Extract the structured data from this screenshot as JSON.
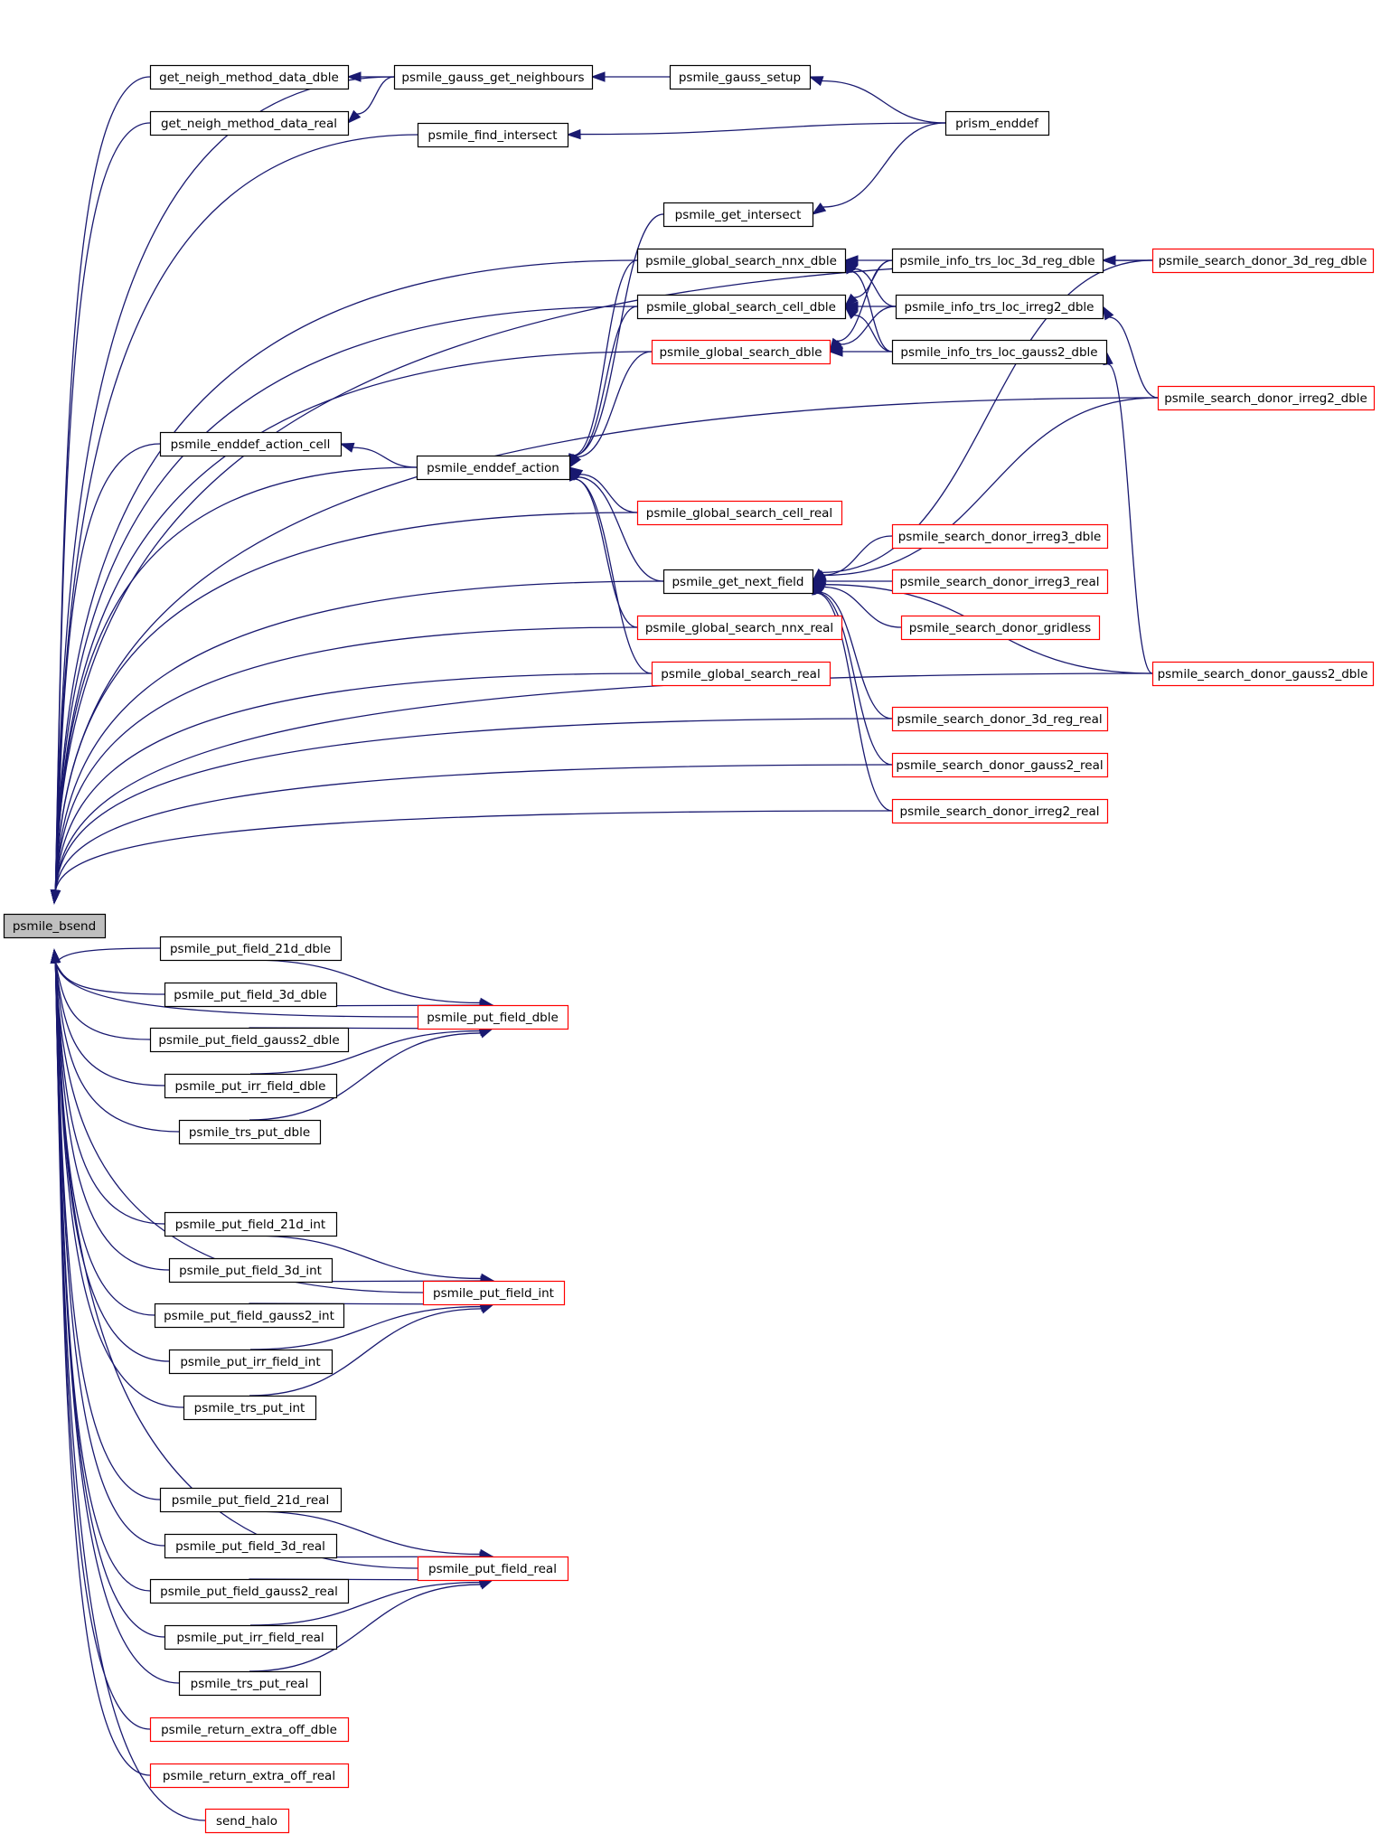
{
  "colors": {
    "edge": "#191970",
    "node_border": "#000000",
    "node_border_truncated": "#ff0000",
    "node_fill": "#ffffff",
    "root_fill": "#bfbfbf",
    "text": "#000000"
  },
  "nodes": [
    {
      "id": "bsend",
      "label": "psmile_bsend",
      "root": true
    },
    {
      "id": "gnm_dble",
      "label": "get_neigh_method_data_dble"
    },
    {
      "id": "gnm_real",
      "label": "get_neigh_method_data_real"
    },
    {
      "id": "gauss_neigh",
      "label": "psmile_gauss_get_neighbours"
    },
    {
      "id": "gauss_setup",
      "label": "psmile_gauss_setup"
    },
    {
      "id": "prism_enddef",
      "label": "prism_enddef"
    },
    {
      "id": "find_int",
      "label": "psmile_find_intersect"
    },
    {
      "id": "get_int",
      "label": "psmile_get_intersect"
    },
    {
      "id": "gs_nnx_dble",
      "label": "psmile_global_search_nnx_dble"
    },
    {
      "id": "gs_cell_dble",
      "label": "psmile_global_search_cell_dble"
    },
    {
      "id": "gs_dble",
      "label": "psmile_global_search_dble",
      "red": true
    },
    {
      "id": "info_3d",
      "label": "psmile_info_trs_loc_3d_reg_dble"
    },
    {
      "id": "info_irreg2",
      "label": "psmile_info_trs_loc_irreg2_dble"
    },
    {
      "id": "info_gauss2",
      "label": "psmile_info_trs_loc_gauss2_dble"
    },
    {
      "id": "sd_3d_dble",
      "label": "psmile_search_donor_3d_reg_dble",
      "red": true
    },
    {
      "id": "sd_irreg2_dble",
      "label": "psmile_search_donor_irreg2_dble",
      "red": true
    },
    {
      "id": "enddef_cell",
      "label": "psmile_enddef_action_cell"
    },
    {
      "id": "enddef_action",
      "label": "psmile_enddef_action"
    },
    {
      "id": "gs_cell_real",
      "label": "psmile_global_search_cell_real",
      "red": true
    },
    {
      "id": "sd_irreg3_dble",
      "label": "psmile_search_donor_irreg3_dble",
      "red": true
    },
    {
      "id": "get_next",
      "label": "psmile_get_next_field"
    },
    {
      "id": "sd_irreg3_real",
      "label": "psmile_search_donor_irreg3_real",
      "red": true
    },
    {
      "id": "gs_nnx_real",
      "label": "psmile_global_search_nnx_real",
      "red": true
    },
    {
      "id": "sd_gridless",
      "label": "psmile_search_donor_gridless",
      "red": true
    },
    {
      "id": "gs_real",
      "label": "psmile_global_search_real",
      "red": true
    },
    {
      "id": "sd_gauss2_dble",
      "label": "psmile_search_donor_gauss2_dble",
      "red": true
    },
    {
      "id": "sd_3d_real",
      "label": "psmile_search_donor_3d_reg_real",
      "red": true
    },
    {
      "id": "sd_gauss2_real",
      "label": "psmile_search_donor_gauss2_real",
      "red": true
    },
    {
      "id": "sd_irreg2_real",
      "label": "psmile_search_donor_irreg2_real",
      "red": true
    },
    {
      "id": "pf21_dble",
      "label": "psmile_put_field_21d_dble"
    },
    {
      "id": "pf3d_dble",
      "label": "psmile_put_field_3d_dble"
    },
    {
      "id": "pfg2_dble",
      "label": "psmile_put_field_gauss2_dble"
    },
    {
      "id": "pirr_dble",
      "label": "psmile_put_irr_field_dble"
    },
    {
      "id": "trs_dble",
      "label": "psmile_trs_put_dble"
    },
    {
      "id": "pf_dble",
      "label": "psmile_put_field_dble",
      "red": true
    },
    {
      "id": "pf21_int",
      "label": "psmile_put_field_21d_int"
    },
    {
      "id": "pf3d_int",
      "label": "psmile_put_field_3d_int"
    },
    {
      "id": "pfg2_int",
      "label": "psmile_put_field_gauss2_int"
    },
    {
      "id": "pirr_int",
      "label": "psmile_put_irr_field_int"
    },
    {
      "id": "trs_int",
      "label": "psmile_trs_put_int"
    },
    {
      "id": "pf_int",
      "label": "psmile_put_field_int",
      "red": true
    },
    {
      "id": "pf21_real",
      "label": "psmile_put_field_21d_real"
    },
    {
      "id": "pf3d_real",
      "label": "psmile_put_field_3d_real"
    },
    {
      "id": "pfg2_real",
      "label": "psmile_put_field_gauss2_real"
    },
    {
      "id": "pirr_real",
      "label": "psmile_put_irr_field_real"
    },
    {
      "id": "trs_real",
      "label": "psmile_trs_put_real"
    },
    {
      "id": "pf_real",
      "label": "psmile_put_field_real",
      "red": true
    },
    {
      "id": "rex_dble",
      "label": "psmile_return_extra_off_dble",
      "red": true
    },
    {
      "id": "rex_real",
      "label": "psmile_return_extra_off_real",
      "red": true
    },
    {
      "id": "send_halo",
      "label": "send_halo",
      "red": true
    }
  ],
  "edges": [
    [
      "gnm_dble",
      "bsend"
    ],
    [
      "gnm_real",
      "bsend"
    ],
    [
      "gauss_neigh",
      "bsend"
    ],
    [
      "find_int",
      "bsend"
    ],
    [
      "gs_nnx_dble",
      "bsend"
    ],
    [
      "gs_cell_dble",
      "bsend"
    ],
    [
      "gs_dble",
      "bsend"
    ],
    [
      "sd_3d_dble",
      "bsend"
    ],
    [
      "sd_irreg2_dble",
      "bsend"
    ],
    [
      "enddef_cell",
      "bsend"
    ],
    [
      "enddef_action",
      "bsend"
    ],
    [
      "gs_cell_real",
      "bsend"
    ],
    [
      "get_next",
      "bsend"
    ],
    [
      "gs_nnx_real",
      "bsend"
    ],
    [
      "gs_real",
      "bsend"
    ],
    [
      "sd_3d_real",
      "bsend"
    ],
    [
      "sd_gauss2_real",
      "bsend"
    ],
    [
      "sd_irreg2_real",
      "bsend"
    ],
    [
      "sd_gauss2_dble",
      "bsend"
    ],
    [
      "pf_dble",
      "bsend"
    ],
    [
      "pf21_dble",
      "bsend"
    ],
    [
      "pf3d_dble",
      "bsend"
    ],
    [
      "pfg2_dble",
      "bsend"
    ],
    [
      "pirr_dble",
      "bsend"
    ],
    [
      "trs_dble",
      "bsend"
    ],
    [
      "pf_int",
      "bsend"
    ],
    [
      "pf21_int",
      "bsend"
    ],
    [
      "pf3d_int",
      "bsend"
    ],
    [
      "pfg2_int",
      "bsend"
    ],
    [
      "pirr_int",
      "bsend"
    ],
    [
      "trs_int",
      "bsend"
    ],
    [
      "pf_real",
      "bsend"
    ],
    [
      "pf21_real",
      "bsend"
    ],
    [
      "pf3d_real",
      "bsend"
    ],
    [
      "pfg2_real",
      "bsend"
    ],
    [
      "pirr_real",
      "bsend"
    ],
    [
      "trs_real",
      "bsend"
    ],
    [
      "rex_dble",
      "bsend"
    ],
    [
      "rex_real",
      "bsend"
    ],
    [
      "send_halo",
      "bsend"
    ],
    [
      "gauss_neigh",
      "gnm_dble"
    ],
    [
      "gauss_neigh",
      "gnm_real"
    ],
    [
      "gauss_setup",
      "gauss_neigh"
    ],
    [
      "prism_enddef",
      "gauss_setup"
    ],
    [
      "prism_enddef",
      "find_int"
    ],
    [
      "prism_enddef",
      "get_int"
    ],
    [
      "get_int",
      "enddef_action"
    ],
    [
      "gs_nnx_dble",
      "enddef_action"
    ],
    [
      "gs_cell_dble",
      "enddef_action"
    ],
    [
      "gs_dble",
      "enddef_action"
    ],
    [
      "gs_cell_real",
      "enddef_action"
    ],
    [
      "get_next",
      "enddef_action"
    ],
    [
      "gs_nnx_real",
      "enddef_action"
    ],
    [
      "gs_real",
      "enddef_action"
    ],
    [
      "enddef_action",
      "enddef_cell"
    ],
    [
      "info_3d",
      "gs_nnx_dble"
    ],
    [
      "info_irreg2",
      "gs_nnx_dble"
    ],
    [
      "info_gauss2",
      "gs_nnx_dble"
    ],
    [
      "info_3d",
      "gs_cell_dble"
    ],
    [
      "info_irreg2",
      "gs_cell_dble"
    ],
    [
      "info_gauss2",
      "gs_cell_dble"
    ],
    [
      "info_3d",
      "gs_dble"
    ],
    [
      "info_irreg2",
      "gs_dble"
    ],
    [
      "info_gauss2",
      "gs_dble"
    ],
    [
      "sd_3d_dble",
      "info_3d"
    ],
    [
      "sd_irreg2_dble",
      "info_irreg2"
    ],
    [
      "sd_gauss2_dble",
      "info_gauss2"
    ],
    [
      "sd_3d_dble",
      "get_next"
    ],
    [
      "sd_irreg2_dble",
      "get_next"
    ],
    [
      "sd_irreg3_dble",
      "get_next"
    ],
    [
      "sd_irreg3_real",
      "get_next"
    ],
    [
      "sd_gridless",
      "get_next"
    ],
    [
      "sd_gauss2_dble",
      "get_next"
    ],
    [
      "sd_3d_real",
      "get_next"
    ],
    [
      "sd_gauss2_real",
      "get_next"
    ],
    [
      "sd_irreg2_real",
      "get_next"
    ],
    [
      "pf21_dble",
      "pf_dble"
    ],
    [
      "pf3d_dble",
      "pf_dble"
    ],
    [
      "pfg2_dble",
      "pf_dble"
    ],
    [
      "pirr_dble",
      "pf_dble"
    ],
    [
      "trs_dble",
      "pf_dble"
    ],
    [
      "pf21_int",
      "pf_int"
    ],
    [
      "pf3d_int",
      "pf_int"
    ],
    [
      "pfg2_int",
      "pf_int"
    ],
    [
      "pirr_int",
      "pf_int"
    ],
    [
      "trs_int",
      "pf_int"
    ],
    [
      "pf21_real",
      "pf_real"
    ],
    [
      "pf3d_real",
      "pf_real"
    ],
    [
      "pfg2_real",
      "pf_real"
    ],
    [
      "pirr_real",
      "pf_real"
    ],
    [
      "trs_real",
      "pf_real"
    ]
  ]
}
